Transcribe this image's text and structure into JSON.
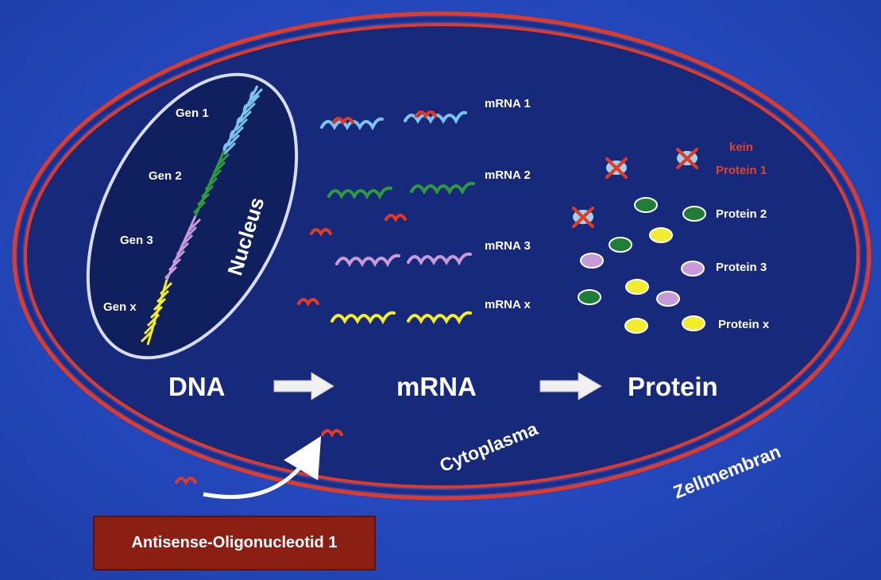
{
  "labels": {
    "gen1": "Gen 1",
    "gen2": "Gen 2",
    "gen3": "Gen 3",
    "genx": "Gen x",
    "nucleus": "Nucleus",
    "mrna1": "mRNA 1",
    "mrna2": "mRNA 2",
    "mrna3": "mRNA 3",
    "mrnax": "mRNA x",
    "kein_line1": "kein",
    "kein_line2": "Protein 1",
    "protein2": "Protein 2",
    "protein3": "Protein 3",
    "proteinx": "Protein x",
    "dna": "DNA",
    "mrna": "mRNA",
    "protein": "Protein",
    "cytoplasma": "Cytoplasma",
    "zellmembran": "Zellmembran",
    "antisense": "Antisense-Oligonucleotid 1"
  },
  "colors": {
    "background": "#2448bd",
    "cell_interior": "#16297a",
    "membrane": "#e23a24",
    "nucleus_fill": "#101f5e",
    "nucleus_outline": "#d8dcf0",
    "gene1": "#7cc4ee",
    "gene2": "#2f9a3c",
    "gene3": "#c89ad8",
    "genex": "#f2ec2a",
    "antisense": "#e23a24",
    "protein_green": "#1f7d37",
    "protein_purple": "#c89ad8",
    "protein_yellow": "#f2ec2a",
    "arrow": "#f0f0f0",
    "box": "#8c1f14"
  }
}
